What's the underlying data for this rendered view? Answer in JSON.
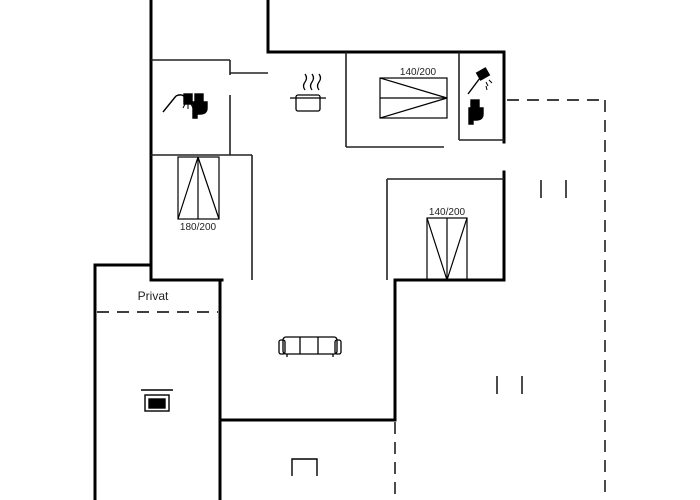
{
  "floorplan": {
    "labels": {
      "privat": "Privat",
      "bed_top_right": "140/200",
      "bed_middle_right": "140/200",
      "bed_left": "180/200"
    },
    "icons": {
      "kitchen": "kitchen-pot-icon",
      "bathroom_left": "shower-toilet-icon",
      "bathroom_right": "shower-toilet-icon",
      "sofa": "sofa-icon",
      "tv": "tv-icon",
      "stove": "stove-icon"
    },
    "colors": {
      "wall": "#000000",
      "thin_line": "#333333",
      "background": "#ffffff"
    }
  }
}
